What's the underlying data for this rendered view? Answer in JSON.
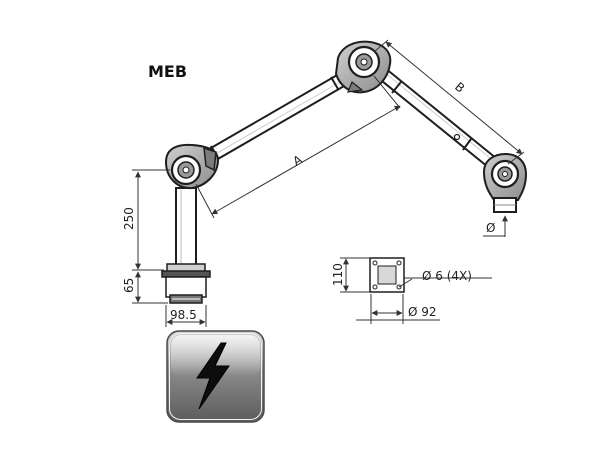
{
  "title": "MEB",
  "dimensions": {
    "arm_a": "A",
    "arm_b": "B",
    "column_height": "250",
    "base_height": "65",
    "base_width": "98.5",
    "plate_height": "110",
    "hole_spec": "Ø 6 (4X)",
    "plate_width": "Ø 92",
    "hood_diameter": "Ø"
  },
  "icons": {
    "power": "lightning-bolt-icon"
  },
  "colors": {
    "line": "#1e1e1e",
    "tube_fill": "#ffffff",
    "joint_fill": "#b0b0b0",
    "icon_bg": "#7a7a7a"
  }
}
